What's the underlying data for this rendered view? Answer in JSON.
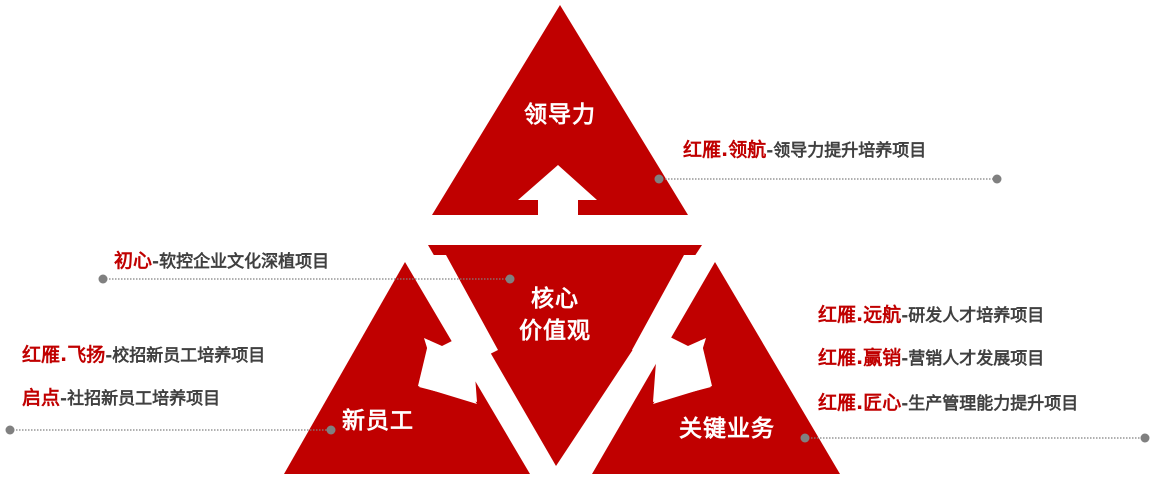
{
  "colors": {
    "primary_red": "#c00000",
    "text_gray": "#404040",
    "connector_gray": "#808080",
    "background": "#ffffff"
  },
  "nodes": {
    "top": {
      "label": "领导力"
    },
    "center": {
      "line1": "核心",
      "line2": "价值观"
    },
    "left": {
      "label": "新员工"
    },
    "right": {
      "label": "关键业务"
    }
  },
  "programs": {
    "leadership": {
      "brand": "红雁.领航",
      "desc": "-领导力提升培养项目"
    },
    "culture": {
      "brand": "初心",
      "desc": "-软控企业文化深植项目"
    },
    "new_employee": [
      {
        "brand": "红雁.飞扬",
        "desc": "-校招新员工培养项目"
      },
      {
        "brand": "启点",
        "desc": "-社招新员工培养项目"
      }
    ],
    "key_business": [
      {
        "brand": "红雁.远航",
        "desc": "-研发人才培养项目"
      },
      {
        "brand": "红雁.赢销",
        "desc": "-营销人才发展项目"
      },
      {
        "brand": "红雁.匠心",
        "desc": "-生产管理能力提升项目"
      }
    ]
  }
}
